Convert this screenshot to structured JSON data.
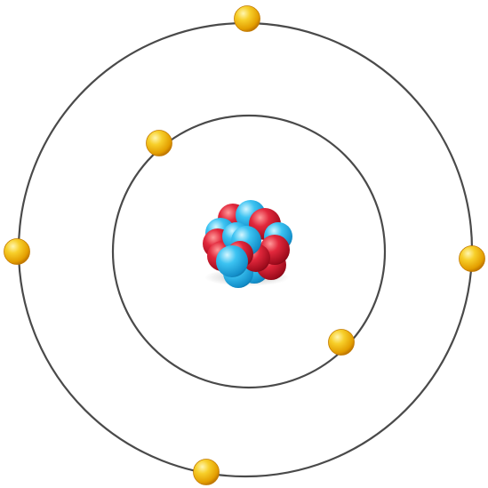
{
  "diagram": {
    "kind": "atom model",
    "shells": [
      {
        "name": "inner-shell",
        "electrons": 2
      },
      {
        "name": "outer-shell",
        "electrons": 4
      }
    ],
    "nucleus": {
      "proton_count": 8,
      "neutron_count": 8
    },
    "colors": {
      "background": "#ffffff",
      "orbit": "#4a4a4a",
      "electron": "#f2b90f",
      "electron_highlight": "#fff6b0",
      "electron_shadow": "#c27a00",
      "proton": "#c0142a",
      "proton_highlight": "#ff8a8a",
      "neutron": "#1ea7e0",
      "neutron_highlight": "#c8f3ff"
    }
  }
}
